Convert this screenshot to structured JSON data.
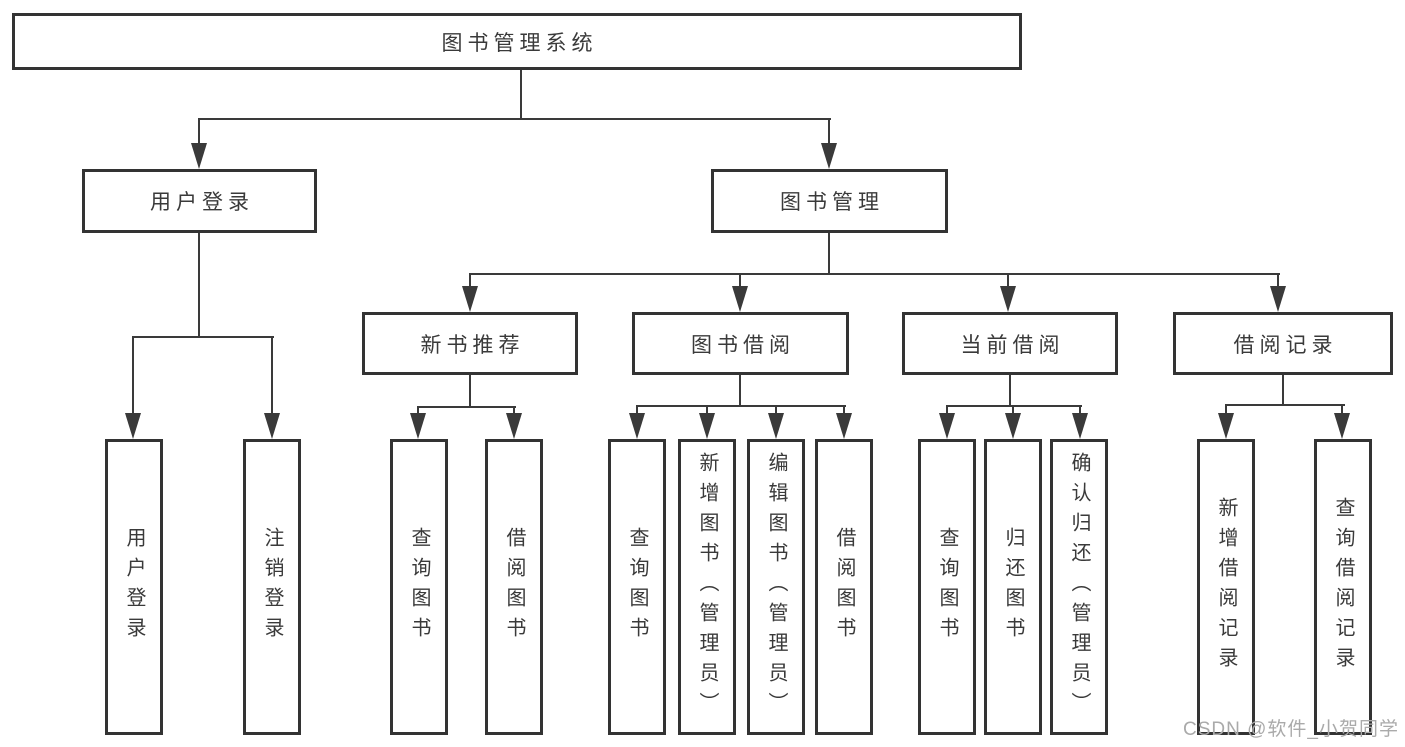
{
  "page": {
    "background": "#ffffff"
  },
  "colors": {
    "line": "#3a3a3a",
    "box_border": "#333333",
    "text": "#3a3a3a",
    "watermark_text": "#aaaaaa"
  },
  "icons": {
    "arrow_down": "filled triangle pointing down at each child connector"
  },
  "tree": {
    "label": "图书管理系统",
    "children": [
      {
        "label": "用户登录",
        "children": [
          {
            "label": "用户登录"
          },
          {
            "label": "注销登录"
          }
        ]
      },
      {
        "label": "图书管理",
        "children": [
          {
            "label": "新书推荐",
            "children": [
              {
                "label": "查询图书"
              },
              {
                "label": "借阅图书"
              }
            ]
          },
          {
            "label": "图书借阅",
            "children": [
              {
                "label": "查询图书"
              },
              {
                "label": "新增图书（管理员）"
              },
              {
                "label": "编辑图书（管理员）"
              },
              {
                "label": "借阅图书"
              }
            ]
          },
          {
            "label": "当前借阅",
            "children": [
              {
                "label": "查询图书"
              },
              {
                "label": "归还图书"
              },
              {
                "label": "确认归还（管理员）"
              }
            ]
          },
          {
            "label": "借阅记录",
            "children": [
              {
                "label": "新增借阅记录"
              },
              {
                "label": "查询借阅记录"
              }
            ]
          }
        ]
      }
    ]
  },
  "watermark": {
    "text": "CSDN @软件_小贺同学"
  }
}
